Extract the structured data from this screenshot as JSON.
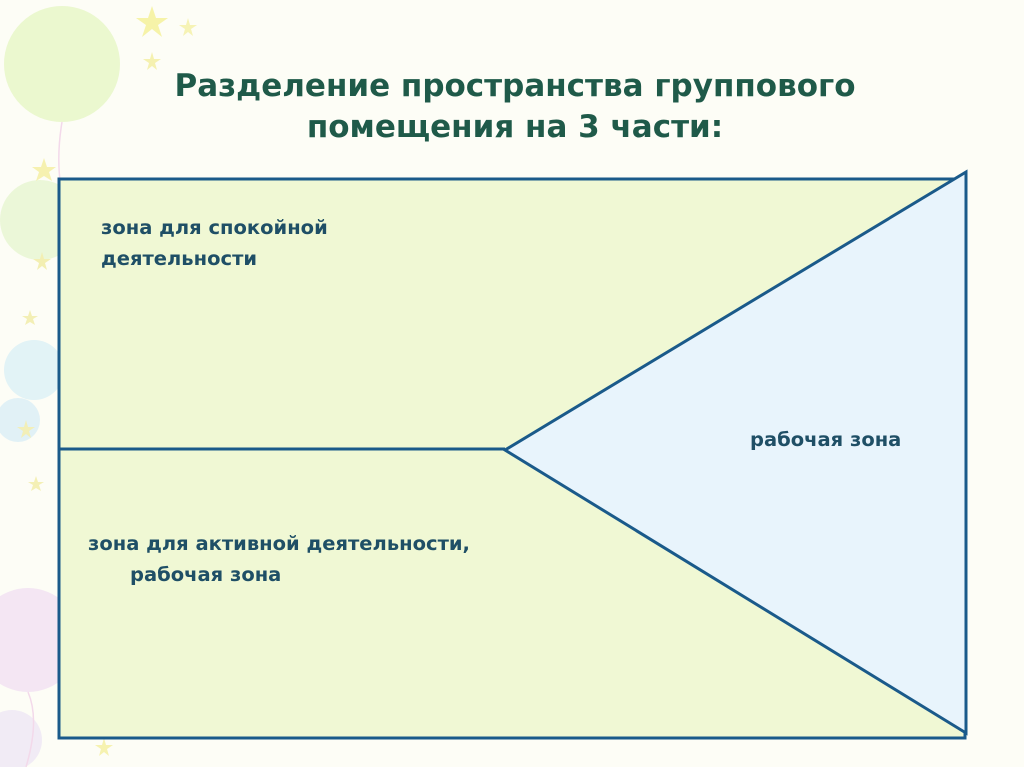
{
  "slide": {
    "title_line1": "Разделение пространства группового",
    "title_line2": "помещения на 3 части:"
  },
  "zones": {
    "calm_line1": "зона для спокойной",
    "calm_line2": "деятельности",
    "work": "рабочая зона",
    "active_line1": "зона для активной деятельности,",
    "active_line2": "рабочая зона"
  },
  "colors": {
    "title": "#1f5a49",
    "label": "#1f4f66",
    "border": "#1a5a8a",
    "zone_fill": "#f0f8d4",
    "triangle_fill": "#e8f4fc",
    "background": "#fdfdf6"
  },
  "decorations": [
    "balloons",
    "stars"
  ]
}
